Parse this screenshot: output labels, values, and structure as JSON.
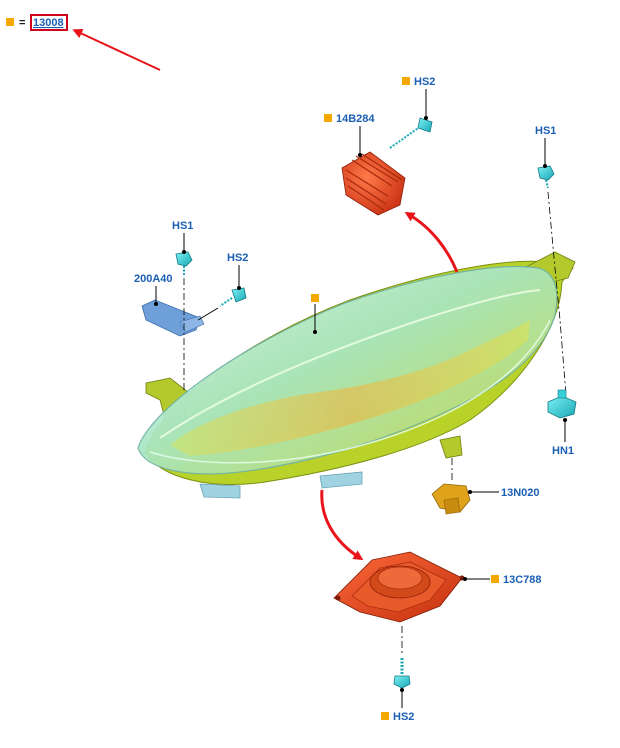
{
  "legend": {
    "marker_color": "#f5a800",
    "equals": "=",
    "part_number": "13008",
    "highlight_color": "#d0021b"
  },
  "colors": {
    "label_text": "#1a5fb4",
    "marker": "#f5a800",
    "arrow": "#e8141a",
    "housing": "#b9d22a",
    "lens": "#9fe0c8",
    "fastener": "#2bc4cf",
    "actuator": "#e04a1c",
    "bracket": "#6f9fd8",
    "nut": "#e0a21a"
  },
  "labels": {
    "hs2_top": "HS2",
    "part_14b284": "14B284",
    "hs1_right": "HS1",
    "hs1_left": "HS1",
    "hs2_left": "HS2",
    "part_200a40": "200A40",
    "hn1": "HN1",
    "part_13n020": "13N020",
    "part_13c788": "13C788",
    "hs2_bottom": "HS2"
  },
  "icons": {
    "marker": "orange-square-marker",
    "arrow": "red-curved-arrow"
  }
}
